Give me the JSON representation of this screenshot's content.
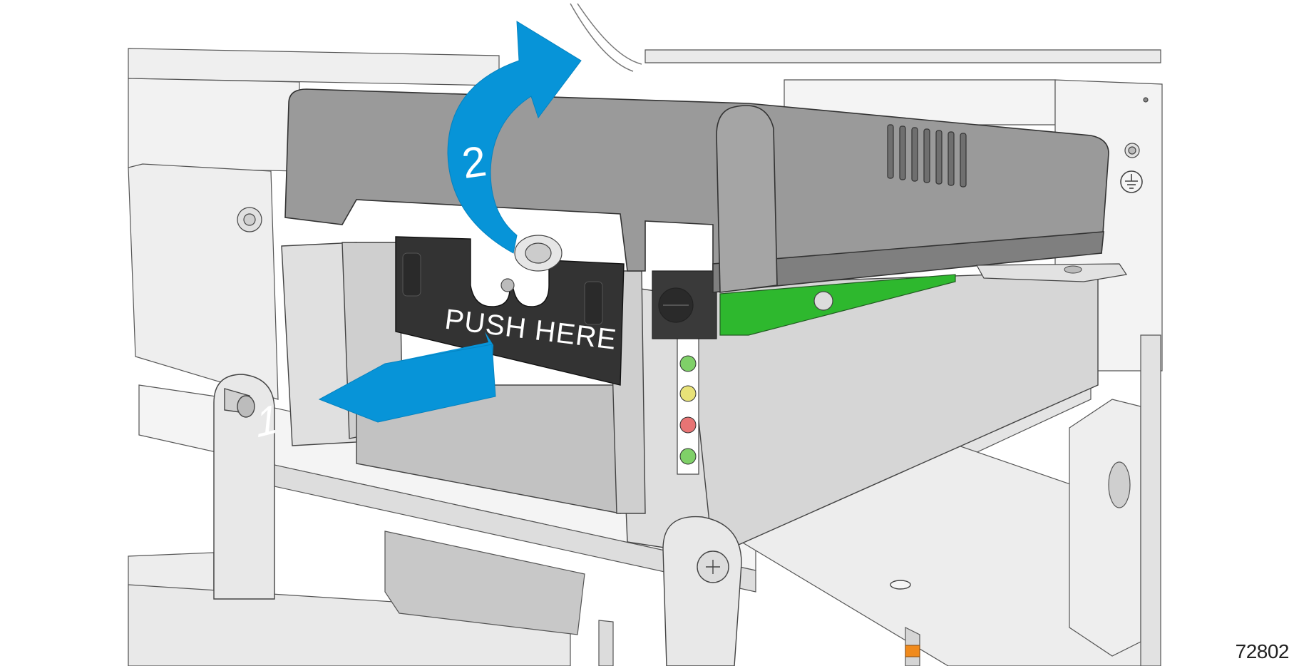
{
  "figure": {
    "figure_id": "72802",
    "label_text": "PUSH HERE",
    "step_markers": [
      {
        "number": "1",
        "icon": "straight-arrow-icon"
      },
      {
        "number": "2",
        "icon": "curved-arrow-icon"
      }
    ],
    "indicator_leds": [
      {
        "name": "led-green-top",
        "color": "#7fd068"
      },
      {
        "name": "led-yellow",
        "color": "#e8e278"
      },
      {
        "name": "led-red",
        "color": "#e87474"
      },
      {
        "name": "led-green-bottom",
        "color": "#7fd068"
      }
    ]
  },
  "colors": {
    "arrow_blue": "#0794d8",
    "housing_gray": "#9a9a9a",
    "housing_dark": "#6f6f6f",
    "plate_black": "#333333",
    "pcb_green": "#2eb82e",
    "frame_light": "#ececec",
    "accent_orange": "#f08a1c"
  }
}
